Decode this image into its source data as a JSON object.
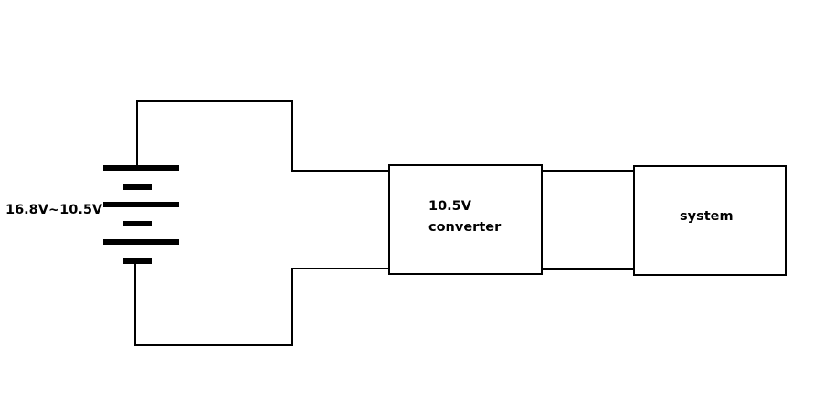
{
  "battery": {
    "voltage_label": "16.8V~10.5V",
    "icon": "battery-icon"
  },
  "converter": {
    "label_line1": "10.5V",
    "label_line2": "converter"
  },
  "system": {
    "label": "system"
  },
  "colors": {
    "stroke": "#000000",
    "background": "#ffffff"
  }
}
